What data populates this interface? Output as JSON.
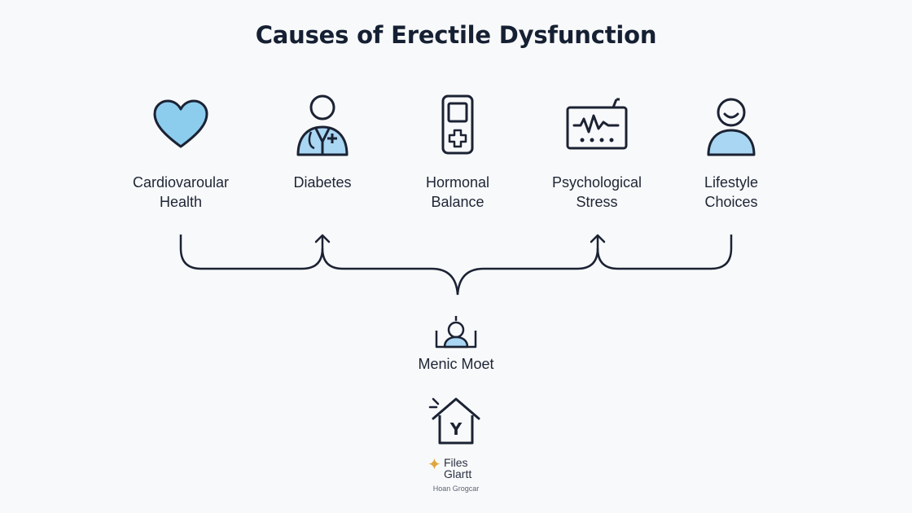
{
  "title": "Causes of Erectile Dysfunction",
  "causes": [
    {
      "label": "Cardiovaroular\nHealth",
      "icon": "heart-icon"
    },
    {
      "label": "Diabetes",
      "icon": "doctor-icon"
    },
    {
      "label": "Hormonal\nBalance",
      "icon": "hormone-device-icon"
    },
    {
      "label": "Psychological\nStress",
      "icon": "heart-monitor-icon"
    },
    {
      "label": "Lifestyle\nChoices",
      "icon": "person-icon"
    }
  ],
  "center": {
    "label": "Menic Moet",
    "icon": "person-desk-icon"
  },
  "footer": {
    "icon": "house-icon",
    "house_letter": "Y",
    "brand_name": "Files\nGlartt",
    "brand_tagline": "Hoan Grogcar"
  },
  "colors": {
    "outline": "#1b2233",
    "fill": "#a9d6f2",
    "accent": "#e0a63a"
  }
}
